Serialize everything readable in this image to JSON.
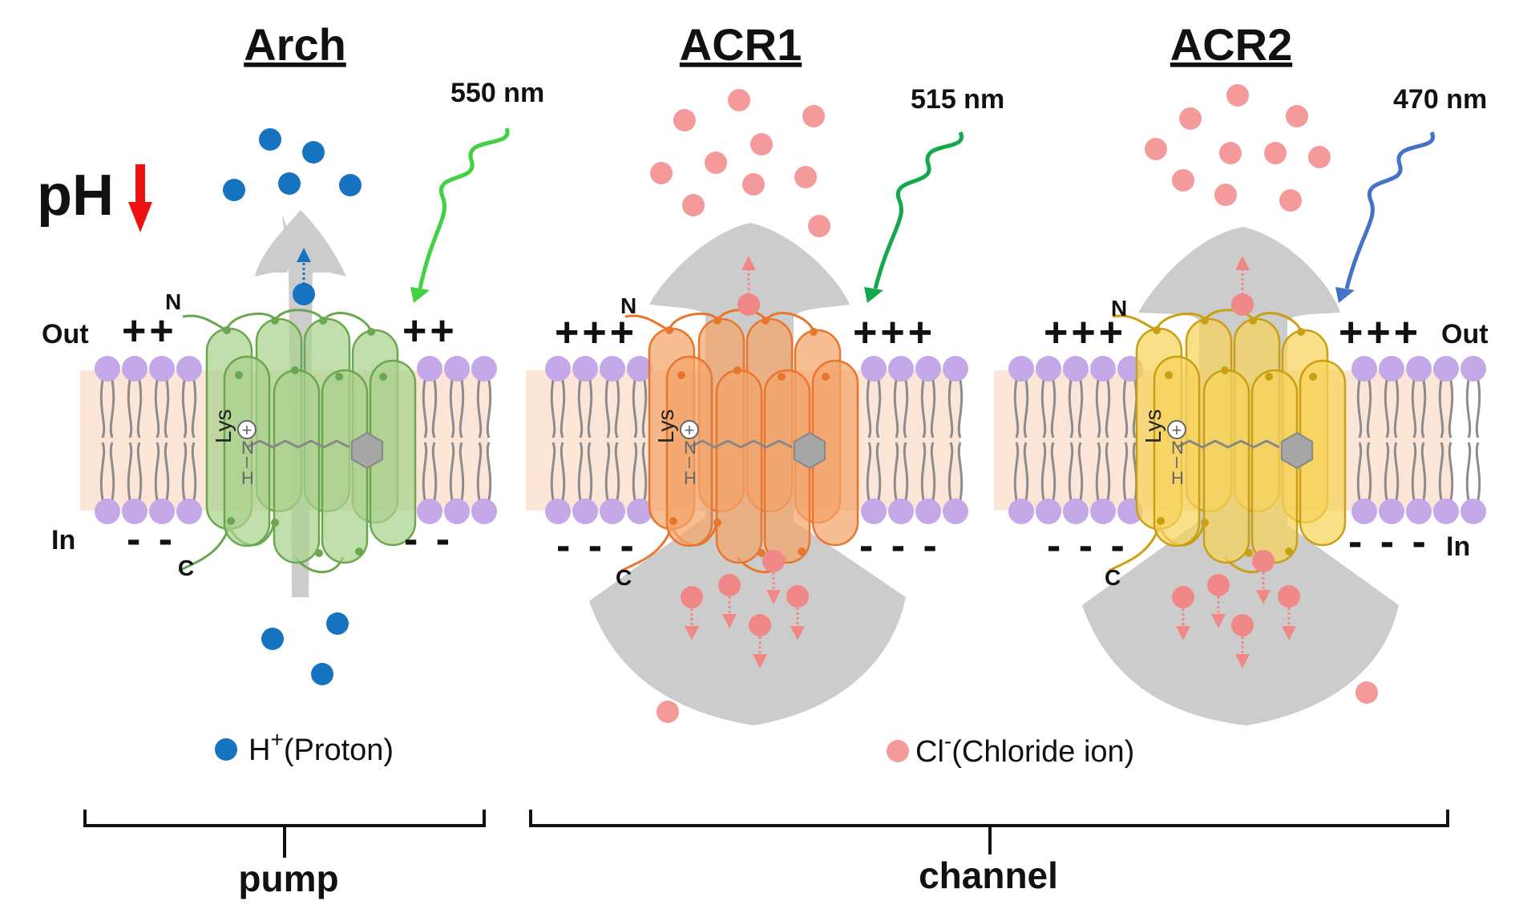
{
  "panels": [
    {
      "title": "Arch",
      "wavelength": "550 nm",
      "out_signs": "++",
      "in_signs": "- -",
      "ion": "proton",
      "colors": {
        "fill": "#a9d18e",
        "stroke": "#6aa84f",
        "light": "#41d141"
      }
    },
    {
      "title": "ACR1",
      "wavelength": "515 nm",
      "out_signs": "+++",
      "in_signs": "- - -",
      "ion": "chloride",
      "colors": {
        "fill": "#f4a46a",
        "stroke": "#e8762c",
        "light": "#13a84a"
      }
    },
    {
      "title": "ACR2",
      "wavelength": "470 nm",
      "out_signs": "+++",
      "in_signs": "- - -",
      "ion": "chloride",
      "colors": {
        "fill": "#f7d35a",
        "stroke": "#caa012",
        "light": "#4472c4"
      }
    }
  ],
  "labels": {
    "ph": "pH",
    "out": "Out",
    "in": "In",
    "n_term": "N",
    "c_term": "C",
    "lys": "Lys",
    "schiff_n": "N",
    "schiff_h": "H",
    "plus_circle": "+"
  },
  "legend": {
    "proton_main": "H",
    "proton_sup": "+",
    "proton_desc": "(Proton)",
    "chloride_main": "Cl",
    "chloride_sup": "-",
    "chloride_desc": "(Chloride ion)"
  },
  "braces": {
    "pump": "pump",
    "channel": "channel"
  },
  "colors": {
    "proton": "#1673c0",
    "chloride": "#f49a9a",
    "lipid_head": "#c5a8e8",
    "membrane": "#fbe5d6",
    "arrow_gray": "#cccccc",
    "ph_arrow": "#ee1111"
  },
  "icons": [
    "light-wave-icon",
    "ph-down-arrow-icon",
    "proton-icon",
    "chloride-icon",
    "retinal-icon"
  ]
}
